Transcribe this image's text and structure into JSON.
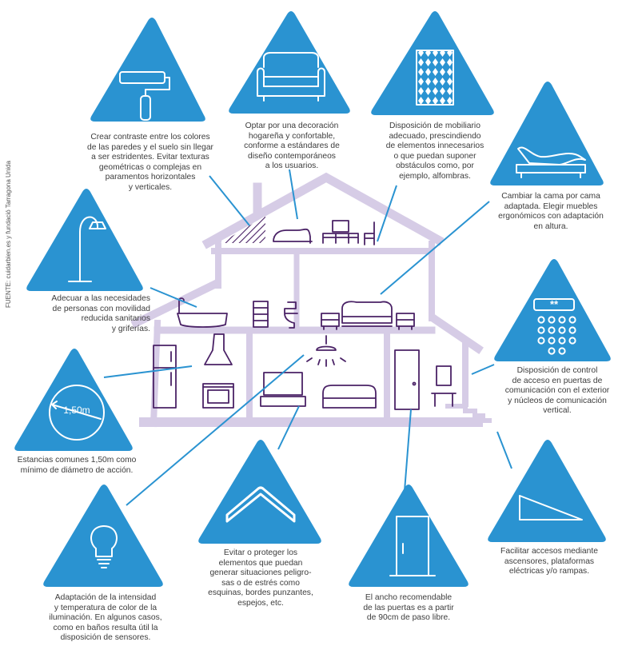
{
  "colors": {
    "triangle": "#2a93d1",
    "house": "#d6cce6",
    "furniture": "#4a2266",
    "text": "#3c3c3c"
  },
  "source_note": "FUENTE: cuidarbien.es y fundació Tarragona Unida",
  "tips": {
    "walls": {
      "icon": "paint-roller-icon",
      "lines": [
        "Crear contraste entre los colores",
        "de las paredes y el suelo sin llegar",
        "a ser estridentes. Evitar texturas",
        "geométricas o complejas en",
        "paramentos horizontales",
        "y verticales."
      ]
    },
    "decor": {
      "icon": "sofa-icon",
      "lines": [
        "Optar por una decoración",
        "hogareña y confortable,",
        "conforme a estándares de",
        "diseño contemporáneos",
        "a los usuarios."
      ]
    },
    "furniture": {
      "icon": "rug-icon",
      "lines": [
        "Disposición de mobiliario",
        "adecuado, prescindiendo",
        "de elementos innecesarios",
        "o que puedan suponer",
        "obstáculos como, por",
        "ejemplo, alfombras."
      ]
    },
    "bed": {
      "icon": "adjustable-bed-icon",
      "lines": [
        "Cambiar la cama por cama",
        "adaptada. Elegir muebles",
        "ergonómicos con adaptación",
        "en altura."
      ]
    },
    "bathroom": {
      "icon": "shower-icon",
      "lines": [
        "Adecuar a las necesidades",
        "de personas con movilidad",
        "reducida sanitarios",
        "y griferías."
      ]
    },
    "access": {
      "icon": "keypad-icon",
      "keypad_text": "**",
      "lines": [
        "Disposición de control",
        "de acceso en puertas de",
        "comunicación con el exterior",
        "y núcleos de comunicación",
        "vertical."
      ]
    },
    "spaces": {
      "icon": "diameter-circle-icon",
      "label": "1,50m",
      "lines": [
        "Estancias comunes 1,50m como",
        "mínimo de diámetro de acción."
      ]
    },
    "ramps": {
      "icon": "ramp-icon",
      "lines": [
        "Facilitar accesos mediante",
        "ascensores, plataformas",
        "eléctricas y/o rampas."
      ]
    },
    "lighting": {
      "icon": "light-bulb-icon",
      "lines": [
        "Adaptación de la intensidad",
        "y temperatura de color de la",
        "iluminación. En algunos casos,",
        "como en baños resulta útil la",
        "disposición de sensores."
      ]
    },
    "corners": {
      "icon": "corner-guard-icon",
      "lines": [
        "Evitar o proteger los",
        "elementos que puedan",
        "generar situaciones peligro-",
        "sas o de estrés como",
        "esquinas, bordes punzantes,",
        "espejos, etc."
      ]
    },
    "doors": {
      "icon": "door-icon",
      "lines": [
        "El ancho recomendable",
        "de las puertas es a partir",
        "de 90cm de paso libre."
      ]
    }
  }
}
